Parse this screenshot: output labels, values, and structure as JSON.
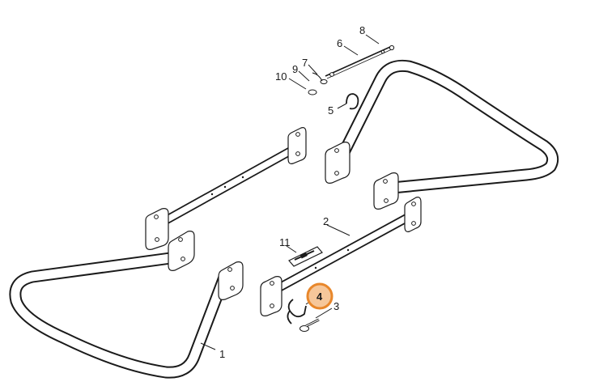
{
  "diagram": {
    "part_labels": [
      "1",
      "2",
      "3",
      "4",
      "5",
      "6",
      "7",
      "8",
      "9",
      "10",
      "11"
    ],
    "highlighted_part": "4",
    "highlight_color": "#e8872b",
    "highlight_fill": "#f6c79a",
    "line_color": "#1a1a1a",
    "background": "#ffffff"
  }
}
